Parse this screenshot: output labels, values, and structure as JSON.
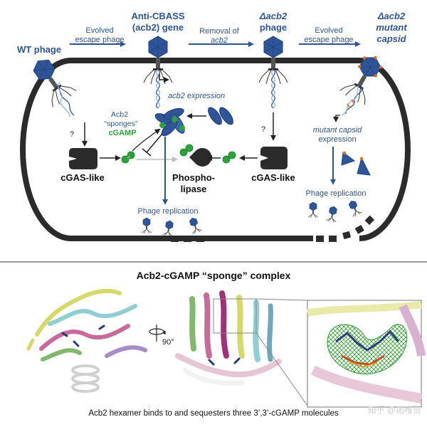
{
  "colors": {
    "blue": "#2e5597",
    "dark_blue": "#1f3e7a",
    "green": "#2aa43a",
    "membrane": "#2b2b2b",
    "gray_arrow": "#bdbdbd",
    "orange": "#e2682b"
  },
  "top": {
    "labels": {
      "wt_phage": "WT phage",
      "evolved1_line1": "Evolved",
      "evolved1_line2": "escape phage",
      "anti_cbass_line1": "Anti-CBASS",
      "anti_cbass_line2": "(acb2) gene",
      "removal_line1": "Removal of",
      "removal_line2": "acb2",
      "delta_acb2_line1": "Δacb2",
      "delta_acb2_line2": "phage",
      "evolved2_line1": "Evolved",
      "evolved2_line2": "escape phage",
      "delta_mutant_line1": "Δacb2",
      "delta_mutant_line2": "mutant",
      "delta_mutant_line3": "capsid",
      "question1": "?",
      "question2": "?",
      "acb2_expression": "acb2 expression",
      "acb2_sponges_line1": "Acb2",
      "acb2_sponges_line2": "“sponges”",
      "acb2_sponges_line3": "cGAMP",
      "cgas_left": "cGAS-like",
      "cgas_right": "cGAS-like",
      "phospholipase_line1": "Phospho-",
      "phospholipase_line2": "lipase",
      "mutant_capsid_line1": "mutant capsid",
      "mutant_capsid_line2": "expression",
      "phage_rep_center": "Phage replication",
      "phage_rep_right": "Phage replication"
    }
  },
  "bottom": {
    "title": "Acb2-cGAMP “sponge” complex",
    "rotation_label": "90°",
    "caption": "Acb2 hexamer binds to and sequesters three 3’,3’-cGAMP molecules",
    "watermark": "知乎 @诺唯赞"
  }
}
